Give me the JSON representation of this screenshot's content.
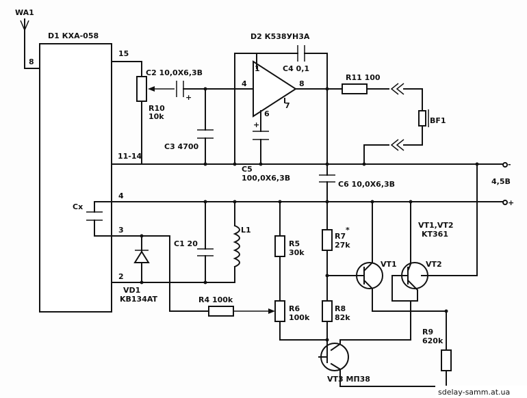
{
  "antenna": "WA1",
  "chip1": {
    "name": "D1 КХА-058",
    "pins": [
      "8",
      "15",
      "11-14",
      "4",
      "3",
      "2"
    ]
  },
  "chip2": {
    "name": "D2 К538УН3А",
    "pins": [
      "1",
      "4",
      "8",
      "6",
      "7"
    ]
  },
  "components": {
    "c2": "C2 10,0X6,3B",
    "c4": "C4 0,1",
    "r11": "R11 100",
    "r10": "R10",
    "r10v": "10k",
    "c3": "C3 4700",
    "bf1": "BF1",
    "c5": "C5",
    "c5v": "100,0X6,3B",
    "c6": "C6 10,0X6,3B",
    "cx": "Cx",
    "c1": "C1 20",
    "l1": "L1",
    "r5": "R5",
    "r5v": "30k",
    "r7": "R7",
    "r7star": "*",
    "r7v": "27k",
    "vt12": "VT1,VT2",
    "vt12t": "KT361",
    "vt1": "VT1",
    "vt2": "VT2",
    "vd1": "VD1",
    "vd1t": "KB134AT",
    "r4": "R4 100k",
    "r6": "R6",
    "r6v": "100k",
    "r8": "R8",
    "r8v": "82k",
    "r9": "R9",
    "r9v": "620k",
    "vt3": "VT3 МП38"
  },
  "power": {
    "voltage": "4,5B",
    "minus": "-",
    "plus": "+"
  },
  "watermark": "sdelay-samm.at.ua"
}
